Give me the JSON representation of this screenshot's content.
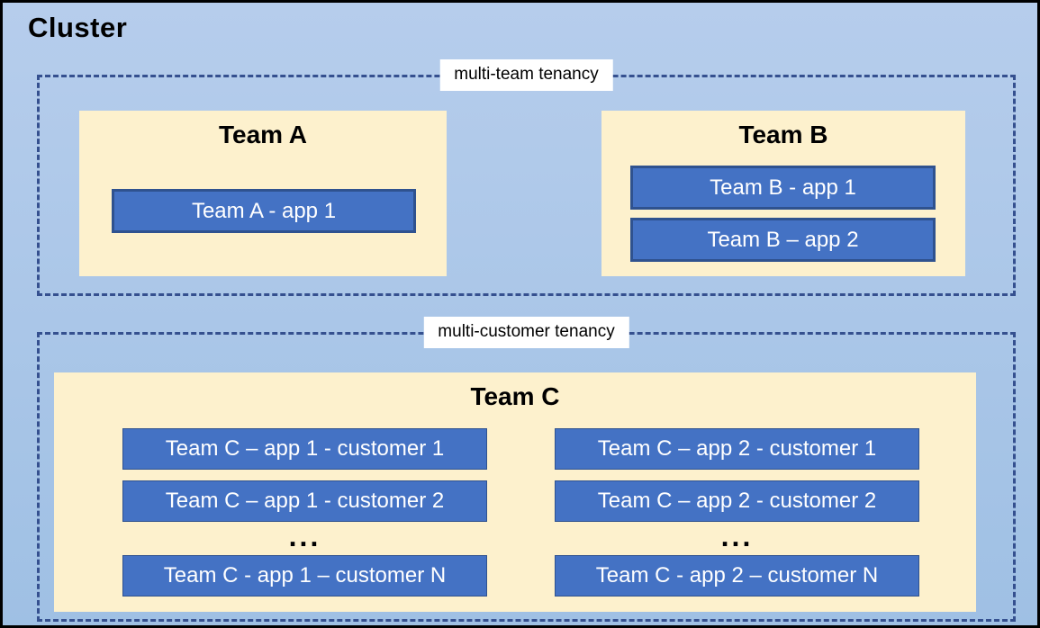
{
  "cluster": {
    "title": "Cluster"
  },
  "zones": {
    "multi_team": {
      "label": "multi-team tenancy",
      "team_a": {
        "name": "Team A",
        "apps": [
          "Team A - app 1"
        ]
      },
      "team_b": {
        "name": "Team B",
        "apps": [
          "Team B - app 1",
          "Team B – app 2"
        ]
      }
    },
    "multi_customer": {
      "label": "multi-customer tenancy",
      "team_c": {
        "name": "Team C",
        "ellipsis": "...",
        "col1": [
          "Team C – app 1 - customer 1",
          "Team C – app 1 - customer 2",
          "Team C - app 1 – customer N"
        ],
        "col2": [
          "Team C – app 2 - customer 1",
          "Team C – app 2 - customer 2",
          "Team C - app 2 – customer N"
        ]
      }
    }
  },
  "colors": {
    "canvas_bg_top": "#b6cdec",
    "canvas_bg_bottom": "#9fc0e4",
    "outer_border": "#000000",
    "dashed_border": "#35508f",
    "team_box_bg": "#fdf1cd",
    "app_box_bg": "#4472c4",
    "app_box_border": "#2f528f",
    "app_text": "#ffffff",
    "title_text": "#000000",
    "label_bg": "#ffffff"
  }
}
